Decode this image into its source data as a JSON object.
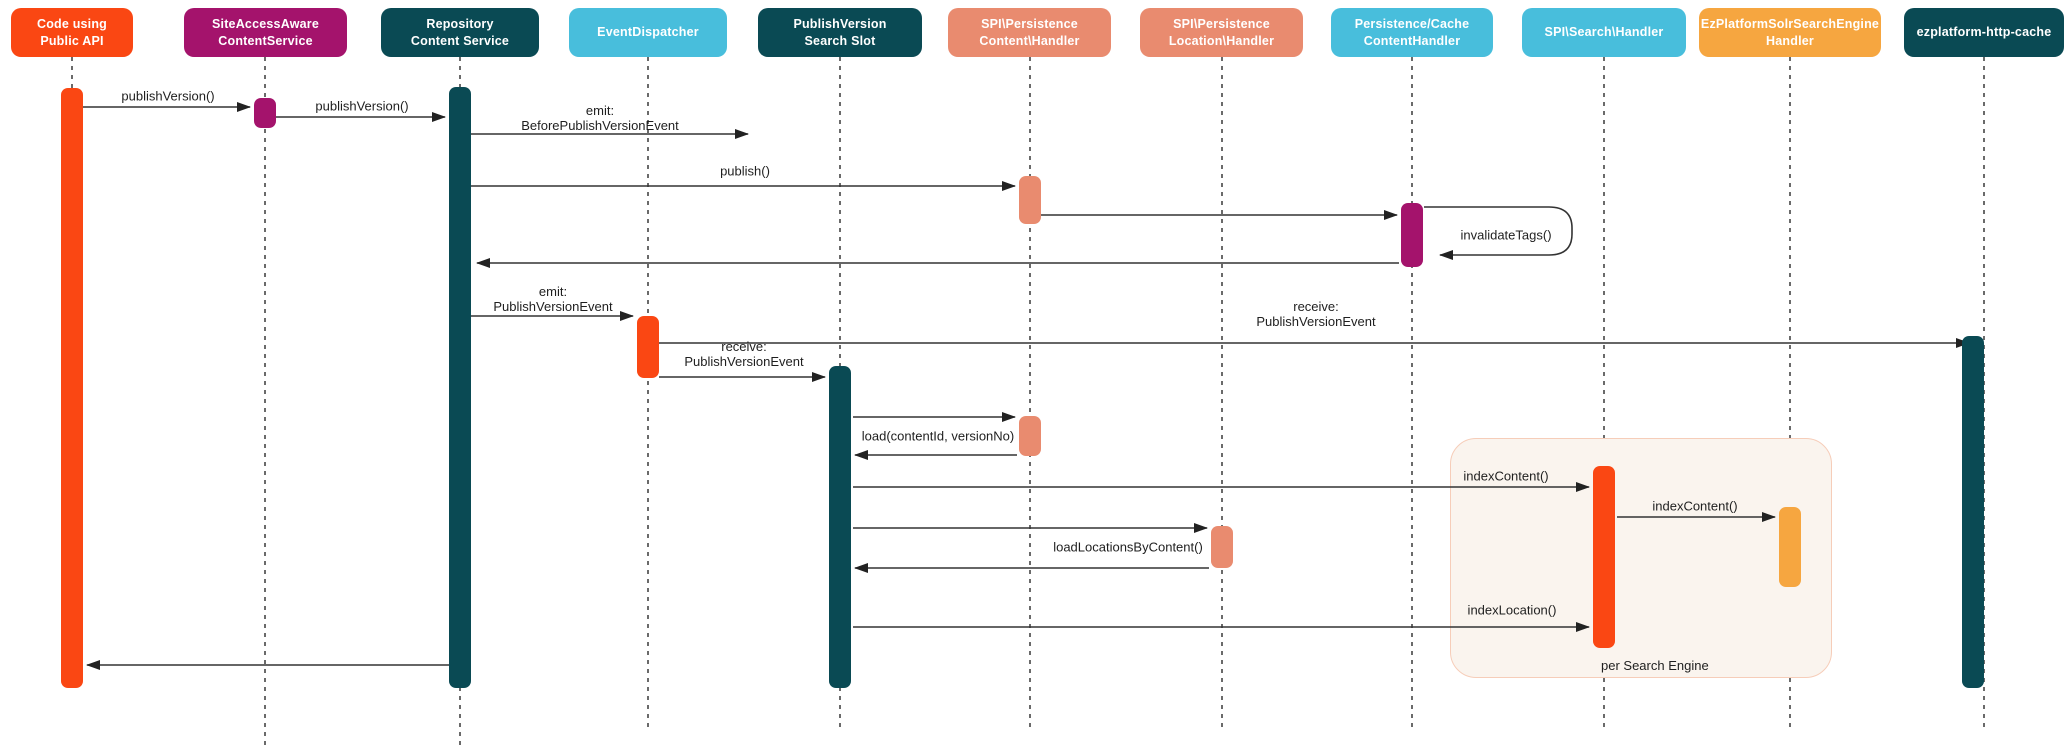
{
  "participants": [
    {
      "id": "code-using-public-api",
      "line1": "Code using",
      "line2": "Public API",
      "color": "#FA4713"
    },
    {
      "id": "siteaccessaware-contentservice",
      "line1": "SiteAccessAware",
      "line2": "ContentService",
      "color": "#A4136C"
    },
    {
      "id": "repository-content-service",
      "line1": "Repository",
      "line2": "Content Service",
      "color": "#0A4A54"
    },
    {
      "id": "event-dispatcher",
      "line1": "EventDispatcher",
      "line2": "",
      "color": "#48BEDC"
    },
    {
      "id": "publishversion-search-slot",
      "line1": "PublishVersion",
      "line2": "Search Slot",
      "color": "#0A4A54"
    },
    {
      "id": "spi-persistence-content-handler",
      "line1": "SPI\\Persistence",
      "line2": "Content\\Handler",
      "color": "#E98B6F"
    },
    {
      "id": "spi-persistence-location-handler",
      "line1": "SPI\\Persistence",
      "line2": "Location\\Handler",
      "color": "#E98B6F"
    },
    {
      "id": "persistence-cache-contenthandler",
      "line1": "Persistence/Cache",
      "line2": "ContentHandler",
      "color": "#48BEDC"
    },
    {
      "id": "spi-search-handler",
      "line1": "SPI\\Search\\Handler",
      "line2": "",
      "color": "#48BEDC"
    },
    {
      "id": "ezplatformsolrsearchengine-handler",
      "line1": "EzPlatformSolrSearchEngine",
      "line2": "Handler",
      "color": "#F6A640"
    },
    {
      "id": "ezplatform-http-cache",
      "line1": "ezplatform-http-cache",
      "line2": "",
      "color": "#0A4A54"
    }
  ],
  "messages": {
    "publish_version_1": "publishVersion()",
    "publish_version_2": "publishVersion()",
    "emit_before_publish": "emit:\nBeforePublishVersionEvent",
    "publish": "publish()",
    "invalidate_tags": "invalidateTags()",
    "emit_publish_event": "emit:\nPublishVersionEvent",
    "receive_http_cache": "receive:\nPublishVersionEvent",
    "receive_search_slot": "receive:\nPublishVersionEvent",
    "load_content": "load(contentId, versionNo)",
    "index_content_1": "indexContent()",
    "index_content_2": "indexContent()",
    "load_locations": "loadLocationsByContent()",
    "index_location": "indexLocation()"
  },
  "frame": {
    "label": "per Search Engine"
  },
  "palette": {
    "orange_red": "#FA4713",
    "magenta": "#A4136C",
    "dark_teal": "#0A4A54",
    "light_blue": "#48BEDC",
    "salmon": "#E98B6F",
    "amber": "#F6A640",
    "frame_fill": "#FAF4EE",
    "frame_border": "#F6CDB9",
    "line_color": "#333333"
  }
}
